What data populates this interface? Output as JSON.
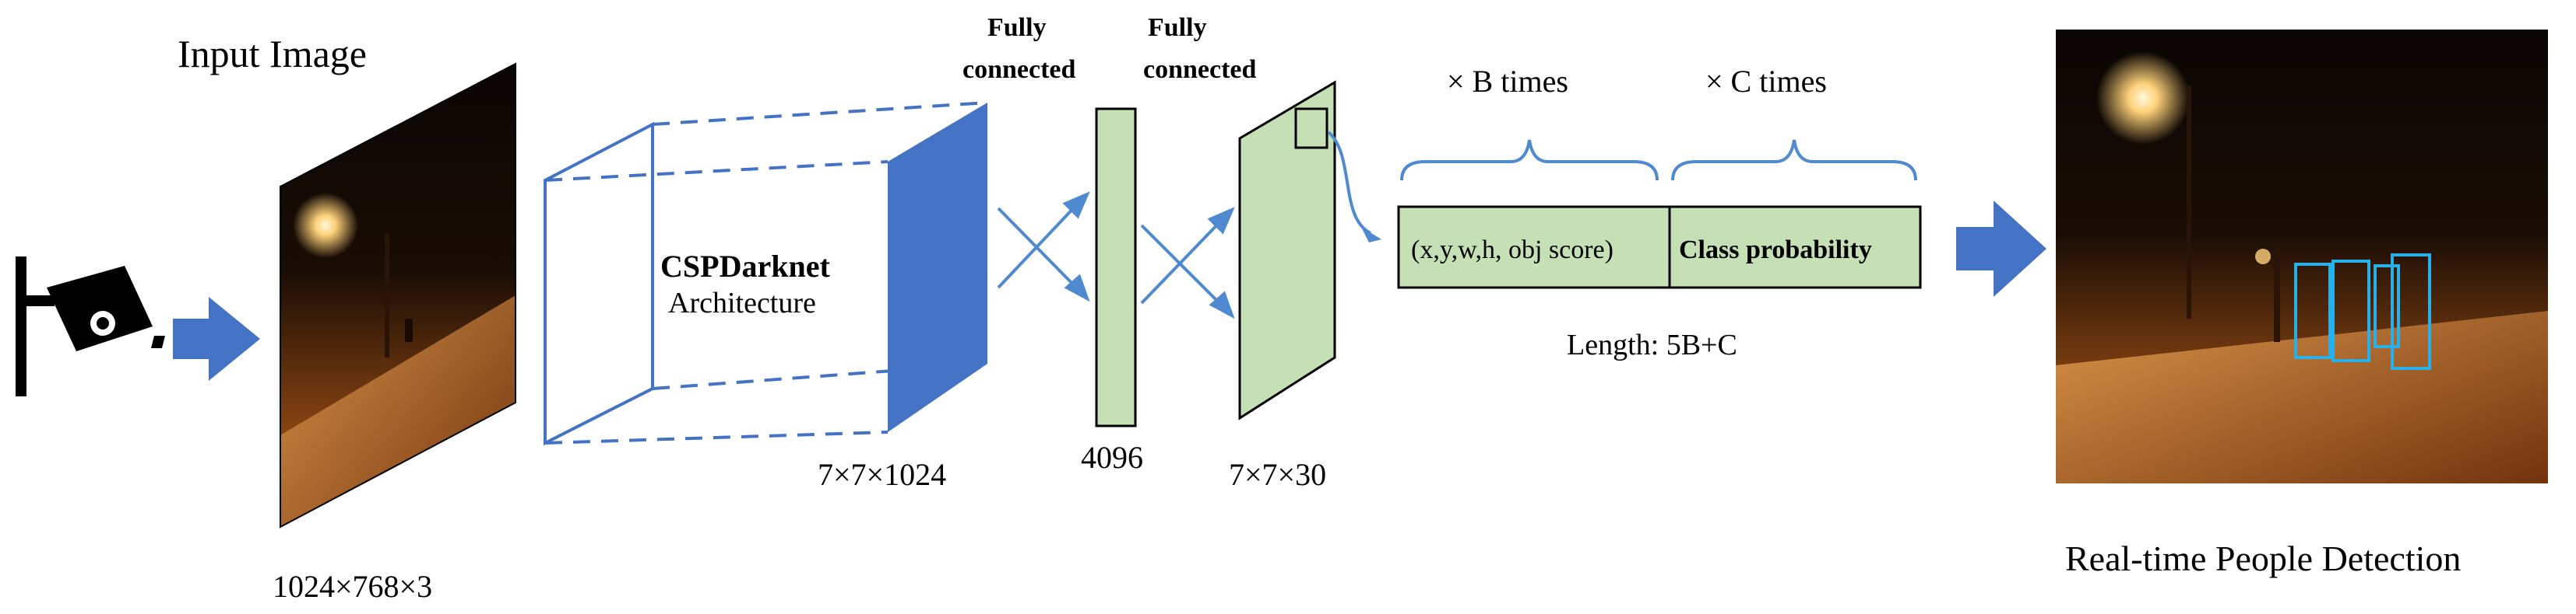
{
  "labels": {
    "input_image": "Input Image",
    "input_dims": "1024×768×3",
    "csp_title": "CSPDarknet",
    "csp_subtitle": "Architecture",
    "conv_dims": "7×7×1024",
    "fc1_title_line1": "Fully",
    "fc1_title_line2": "connected",
    "fc1_dims": "4096",
    "fc2_title_line1": "Fully",
    "fc2_title_line2": "connected",
    "fc2_dims": "7×7×30",
    "b_times": "× B times",
    "c_times": "× C times",
    "box_left": "(x,y,w,h, obj score)",
    "box_right": "Class probability",
    "length": "Length: 5B+C",
    "output": "Real-time People Detection"
  },
  "icons": {
    "camera": "cctv-camera-icon"
  },
  "colors": {
    "arrow_blue": "#4472c4",
    "layer_blue": "#4472c4",
    "fc_green": "#c5e0b4",
    "detection_box": "#2ab0e8"
  }
}
